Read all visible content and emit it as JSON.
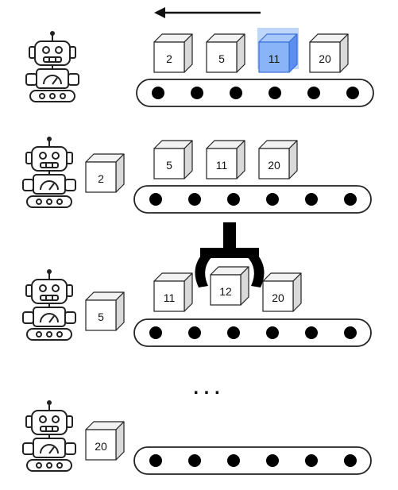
{
  "colors": {
    "stroke": "#222222",
    "box_face": "#ffffff",
    "box_side": "#d9d9d9",
    "box_top": "#f2f2f2",
    "highlight_face": "#8ab4f8",
    "highlight_side": "#5b8ef0",
    "highlight_top": "#a8c7fa",
    "roller": "#000000",
    "gripper": "#000000"
  },
  "icons": {
    "direction_arrow": "arrow-left-icon",
    "robot": "robot-icon",
    "gripper": "gripper-icon"
  },
  "scenes": [
    {
      "belt_boxes": [
        "2",
        "5",
        "11",
        "20"
      ],
      "highlighted_box": "11",
      "held_box": ""
    },
    {
      "belt_boxes": [
        "5",
        "11",
        "20"
      ],
      "held_box": "2"
    },
    {
      "belt_boxes": [
        "11",
        "20"
      ],
      "inserted_box": "12",
      "held_box": "5"
    },
    {
      "belt_boxes": [],
      "held_box": "20"
    }
  ],
  "ellipsis": ". . ."
}
